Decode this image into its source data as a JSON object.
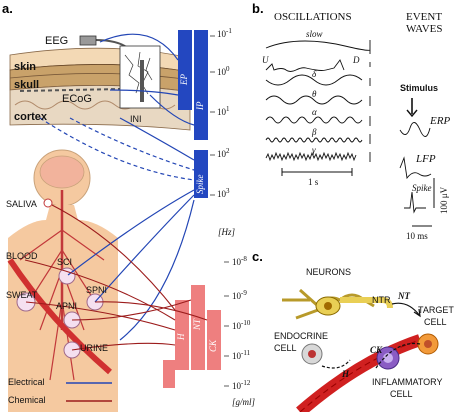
{
  "panel_a": {
    "label": "a.",
    "eeg": "EEG",
    "layers": {
      "skin": "skin",
      "skull": "skull",
      "ecog": "ECoG",
      "cortex": "cortex",
      "ini": "INI"
    },
    "bars": {
      "ep": "EP",
      "ip": "IP",
      "spike": "Spike",
      "h": "H",
      "nt": "NT",
      "ck": "CK"
    },
    "hz_scale": [
      "10",
      "10",
      "10",
      "10"
    ],
    "hz_exponents": [
      "-1",
      "0",
      "1",
      "2"
    ],
    "hz_scale_lower": {
      "base": "10",
      "exp": "3"
    },
    "hz_unit": "[Hz]",
    "conc_scale": [
      "10",
      "10",
      "10",
      "10",
      "10"
    ],
    "conc_exponents": [
      "-8",
      "-9",
      "-10",
      "-11",
      "-12"
    ],
    "conc_unit": "[g/ml]",
    "body_labels": {
      "saliva": "SALIVA",
      "blood": "BLOOD",
      "sci": "SCI",
      "sweat": "SWEAT",
      "apni": "APNI",
      "spni": "SPNI",
      "urine": "URINE"
    },
    "legend": [
      {
        "label": "Electrical",
        "color": "#2346b5"
      },
      {
        "label": "Chemical",
        "color": "#9c1c1c"
      }
    ]
  },
  "panel_b": {
    "label": "b.",
    "oscillations_title": "OSCILLATIONS",
    "event_waves_title_1": "EVENT",
    "event_waves_title_2": "WAVES",
    "slow": "slow",
    "up": "U",
    "down": "D",
    "delta": "δ",
    "theta": "θ",
    "alpha": "α",
    "beta": "β",
    "gamma": "γ",
    "time_scale": "1 s",
    "stimulus": "Stimulus",
    "erp": "ERP",
    "lfp": "LFP",
    "spike": "Spike",
    "amplitude_scale": "100 μV",
    "ms_scale": "10 ms"
  },
  "panel_c": {
    "label": "c.",
    "neurons": "NEURONS",
    "ntr": "NTR",
    "nt": "NT",
    "target_cell_1": "TARGET",
    "target_cell_2": "CELL",
    "endocrine_1": "ENDOCRINE",
    "endocrine_2": "CELL",
    "h": "H",
    "ck": "CK",
    "inflammatory_1": "INFLAMMATORY",
    "inflammatory_2": "CELL"
  },
  "colors": {
    "electrical_blue": "#2346b5",
    "bar_blue": "#2347c0",
    "chemical_red": "#9c1c1c",
    "bar_pink": "#ee7f7f",
    "skin": "#f3d9b5",
    "skull": "#c9a26a",
    "cortex": "#e8d8c2",
    "body": "#f5c9a0",
    "nerve": "#c2383a"
  }
}
